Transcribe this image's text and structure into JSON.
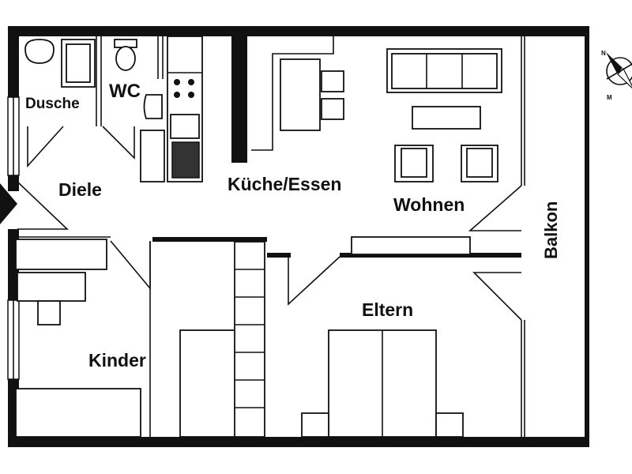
{
  "rooms": {
    "dusche": "Dusche",
    "wc": "WC",
    "diele": "Diele",
    "kueche_essen": "Küche/Essen",
    "wohnen": "Wohnen",
    "balkon": "Balkon",
    "kinder": "Kinder",
    "eltern": "Eltern"
  },
  "compass": {
    "north_letter": "N",
    "south_letter": "M"
  }
}
